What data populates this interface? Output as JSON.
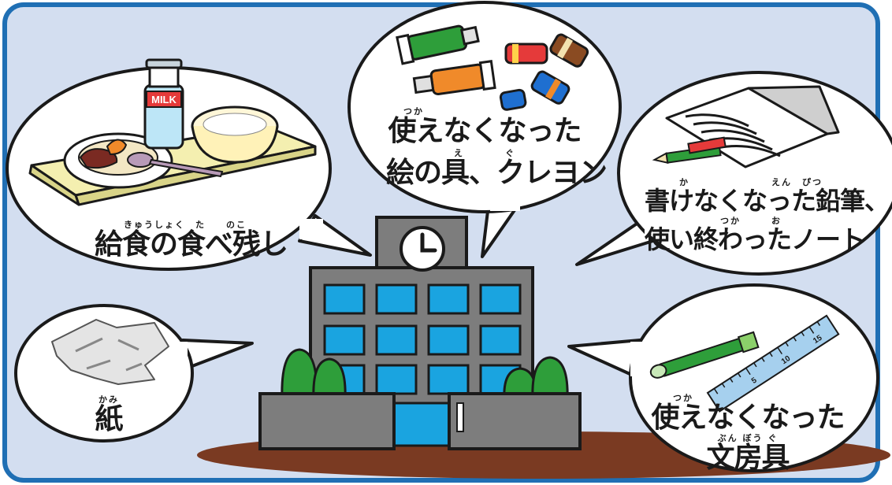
{
  "colors": {
    "background": "#d3def0",
    "border": "#1f6fb4",
    "building": "#7d7d7d",
    "window": "#1aa4e0",
    "tree": "#2e9e3a",
    "ground": "#7a3a22"
  },
  "bubbles": {
    "lunch": {
      "ruby": "きゅうしょく　た　　のこ",
      "text": "給食の食べ残し",
      "items": {
        "milk_label": "MILK"
      }
    },
    "paints": {
      "ruby1": "つか",
      "text1": "使えなくなった",
      "ruby2": "え　　　　ぐ",
      "text2": "絵の具、クレヨン"
    },
    "pencils": {
      "ruby1": "か　　　　　　　　えん　ぴつ",
      "text1": "書けなくなった鉛筆、",
      "ruby2": "つか　　　お",
      "text2": "使い終わったノート"
    },
    "paper": {
      "ruby": "かみ",
      "text": "紙"
    },
    "stationery": {
      "ruby1": "つか",
      "text1": "使えなくなった",
      "ruby2": "ぶん ぼう ぐ",
      "text2": "文房具",
      "ruler_ticks": [
        "5",
        "10",
        "15"
      ]
    }
  }
}
